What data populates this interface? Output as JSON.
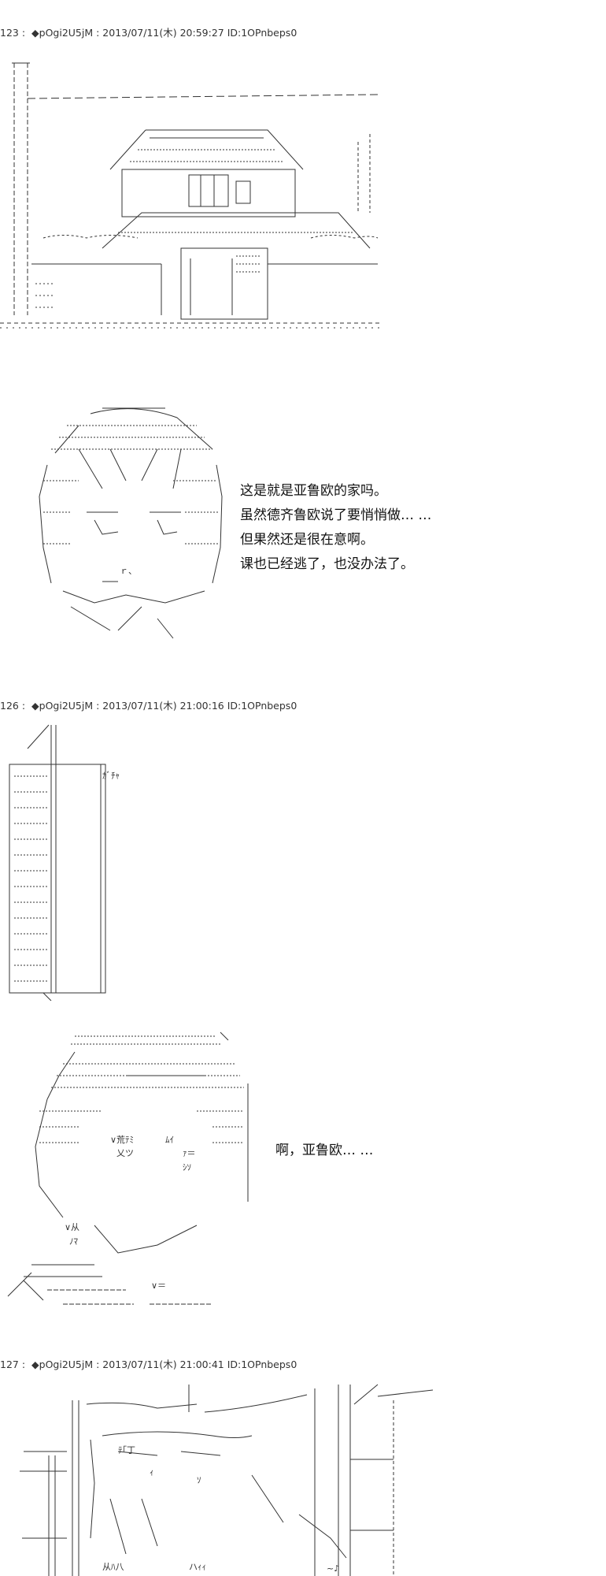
{
  "posts": [
    {
      "number": "123 :",
      "name": "◆pOgi2U5jM",
      "meta": ": 2013/07/11(木) 20:59:27 ID:1OPnbeps0",
      "dialogue": [
        "这是就是亚鲁欧的家吗。",
        "虽然德齐鲁欧说了要悄悄做…  …",
        "但果然还是很在意啊。",
        "课也已经逃了，也没办法了。"
      ]
    },
    {
      "number": "126 :",
      "name": "◆pOgi2U5jM",
      "meta": ": 2013/07/11(木) 21:00:16 ID:1OPnbeps0",
      "sfx": "ｶﾞﾁｬ",
      "dialogue": [
        "啊，亚鲁欧…  …"
      ],
      "art_text": [
        "∨荒ﾃﾐ",
        "ﾑｲ",
        "乂ツ",
        "ｧ＝",
        "ｼｿ",
        "∨从",
        "ﾉﾏ",
        "∨＝"
      ]
    },
    {
      "number": "127 :",
      "name": "◆pOgi2U5jM",
      "meta": ": 2013/07/11(木) 21:00:41 ID:1OPnbeps0",
      "art_text": [
        "ﾃ｢丁",
        "ｨ",
        "ｿ",
        "从ﾊ八",
        "ハｨｨ",
        "~♪"
      ]
    }
  ]
}
